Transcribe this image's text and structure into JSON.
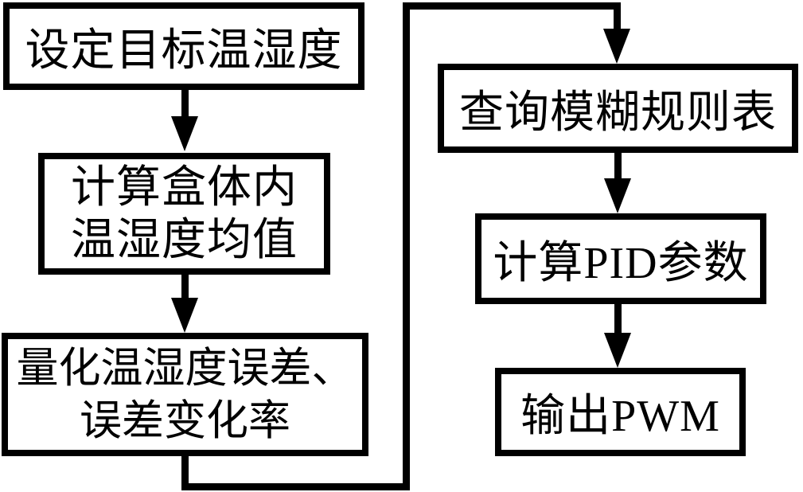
{
  "diagram": {
    "type": "flowchart",
    "background_color": "#ffffff",
    "line_color": "#000000",
    "nodes": [
      {
        "id": "set_target",
        "label": "设定目标温湿度"
      },
      {
        "id": "compute_avg",
        "label": "计算盒体内\n温湿度均值"
      },
      {
        "id": "quantize_error",
        "label": "量化温湿度误差、\n误差变化率"
      },
      {
        "id": "query_fuzzy",
        "label": "查询模糊规则表"
      },
      {
        "id": "compute_pid",
        "label": "计算PID参数"
      },
      {
        "id": "output_pwm",
        "label": "输出PWM"
      }
    ],
    "edges": [
      {
        "from": "set_target",
        "to": "compute_avg",
        "style": "straight-down-arrow"
      },
      {
        "from": "compute_avg",
        "to": "quantize_error",
        "style": "straight-down-arrow"
      },
      {
        "from": "quantize_error",
        "to": "query_fuzzy",
        "style": "routed: down, right, up full height, right, down-arrow"
      },
      {
        "from": "query_fuzzy",
        "to": "compute_pid",
        "style": "straight-down-arrow"
      },
      {
        "from": "compute_pid",
        "to": "output_pwm",
        "style": "straight-down-arrow"
      }
    ]
  }
}
